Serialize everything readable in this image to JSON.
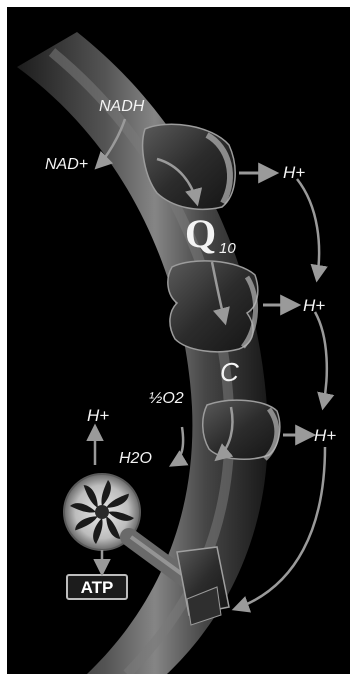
{
  "diagram": {
    "labels": {
      "nadh": "NADH",
      "nad_plus": "NAD+",
      "q10_main": "Q",
      "q10_sub": "10",
      "cyt_c": "C",
      "half_o2": "½O2",
      "h2o": "H2O",
      "atp": "ATP",
      "h_plus_1": "H+",
      "h_plus_2": "H+",
      "h_plus_3": "H+",
      "h_plus_4": "H+"
    },
    "colors": {
      "background": "#000000",
      "membrane_outer": "#3a3a3a",
      "membrane_inner": "#6e6e6e",
      "complex_dark": "#2a2a2a",
      "complex_light": "#8a8a8a",
      "arrow": "#9a9a9a"
    }
  }
}
